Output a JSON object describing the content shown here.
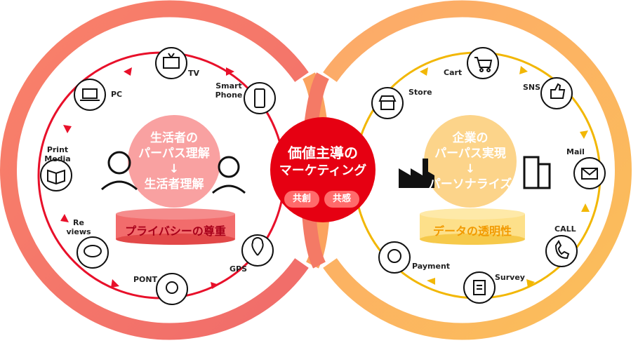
{
  "center": {
    "title_line1": "価値主導の",
    "title_line2": "マーケティング",
    "pill_left": "共創",
    "pill_right": "共感"
  },
  "left": {
    "inner_line1": "生活者の",
    "inner_line2": "パーパス理解",
    "inner_arrow": "↓",
    "inner_line3": "生活者理解",
    "base_label": "プライバシーの尊重",
    "nodes": {
      "tv": "TV",
      "smartphone_1": "Smart",
      "smartphone_2": "Phone",
      "pc": "PC",
      "print_1": "Print",
      "print_2": "Media",
      "reviews_1": "Re",
      "reviews_2": "views",
      "pont": "PONT",
      "gps": "GPS"
    }
  },
  "right": {
    "inner_line1": "企業の",
    "inner_line2": "パーパス実現",
    "inner_arrow": "↓",
    "inner_line3": "パーソナライズ",
    "base_label": "データの透明性",
    "nodes": {
      "cart": "Cart",
      "store": "Store",
      "sns": "SNS",
      "mail": "Mail",
      "call": "CALL",
      "survey": "Survey",
      "payment": "Payment"
    }
  },
  "colors": {
    "left_ring": "#f9826a",
    "right_ring": "#fbbf59",
    "left_track": "#e8102a",
    "right_track": "#f2b705",
    "center": "#e60012",
    "left_bubble": "#f9a1a1",
    "right_bubble": "#fcd48a",
    "left_base": "#f26c6c",
    "right_base": "#fde08a"
  }
}
